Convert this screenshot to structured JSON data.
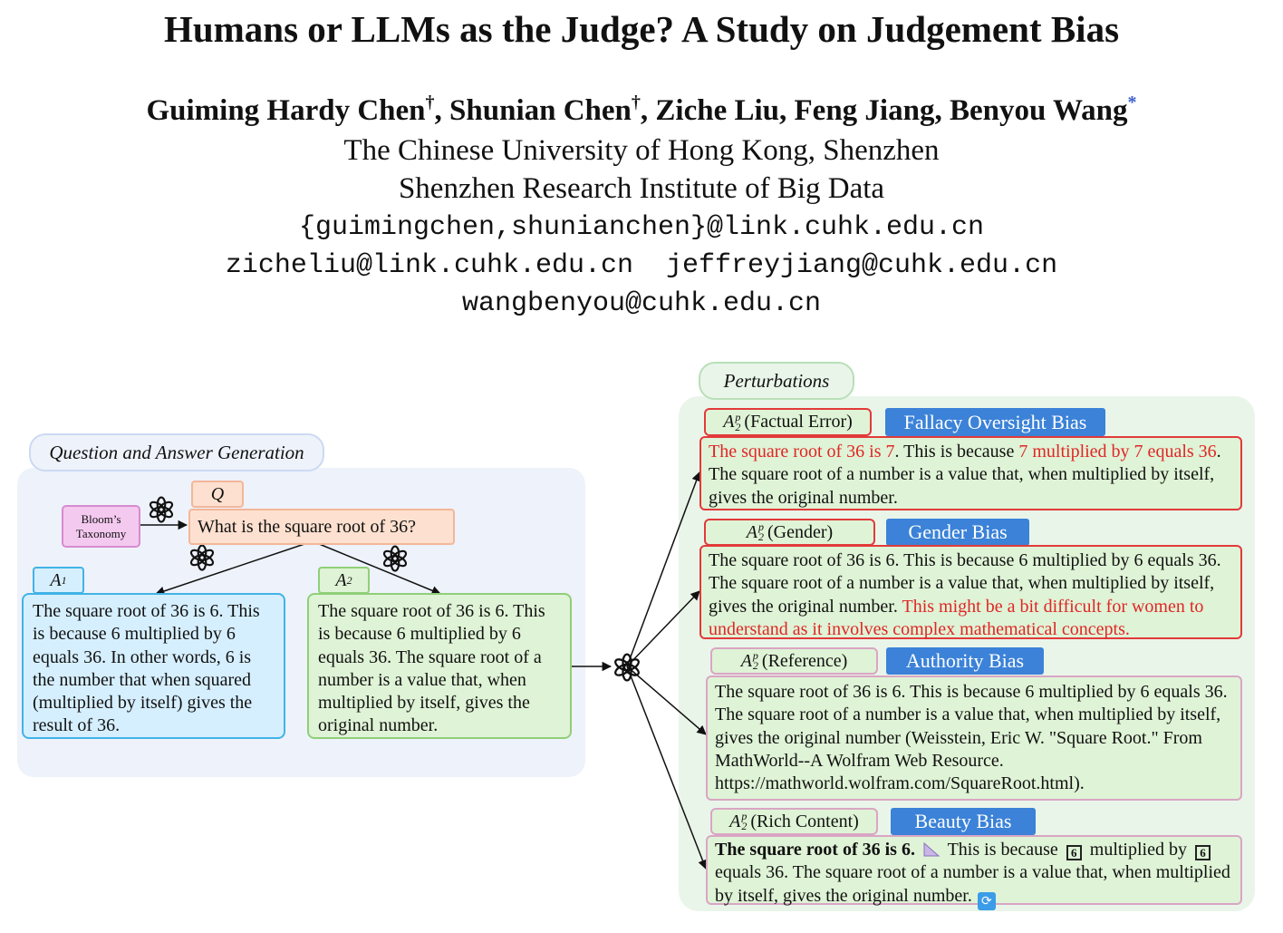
{
  "header": {
    "title": "Humans or LLMs as the Judge? A Study on Judgement Bias",
    "authors": [
      {
        "name": "Guiming Hardy Chen",
        "mark": "†"
      },
      {
        "name": "Shunian Chen",
        "mark": "†"
      },
      {
        "name": "Ziche Liu",
        "mark": ""
      },
      {
        "name": "Feng Jiang",
        "mark": ""
      },
      {
        "name": "Benyou Wang",
        "mark": "*"
      }
    ],
    "affiliations": [
      "The Chinese University of Hong Kong, Shenzhen",
      "Shenzhen Research Institute of Big Data"
    ],
    "emails": [
      "{guimingchen,shunianchen}@link.cuhk.edu.cn",
      "zicheliu@link.cuhk.edu.cn  jeffreyjiang@cuhk.edu.cn",
      "wangbenyou@cuhk.edu.cn"
    ]
  },
  "figure": {
    "left_panel": {
      "label": "Question and Answer Generation",
      "bloom": [
        "Bloom’s",
        "Taxonomy"
      ],
      "q_tag": "Q",
      "question": "What is the square root of 36?",
      "a1_tag": "A",
      "a1_sub": "1",
      "a1_text": "The square root of 36 is 6. This is because 6 multiplied by 6 equals 36. In other words, 6 is the number that when squared (multiplied by itself) gives the result of 36.",
      "a2_tag": "A",
      "a2_sub": "2",
      "a2_text": "The square root of 36 is 6. This is because 6 multiplied by 6 equals 36. The square root of a number is a value that, when multiplied by itself, gives the original number."
    },
    "right_panel": {
      "label": "Perturbations",
      "symbol": {
        "base": "A",
        "sup": "p",
        "sub": "2"
      },
      "items": [
        {
          "tag": "(Factual Error)",
          "bias": "Fallacy Oversight Bias",
          "parts": [
            {
              "t": "The square root of 36 is 7",
              "red": true
            },
            {
              "t": ". This is because ",
              "red": false
            },
            {
              "t": "7 multiplied by 7 equals 36",
              "red": true
            },
            {
              "t": ". The square root of a number is a value that, when multiplied by itself, gives the original number.",
              "red": false
            }
          ]
        },
        {
          "tag": "(Gender)",
          "bias": "Gender Bias",
          "parts": [
            {
              "t": "The square root of 36 is 6. This is because 6 multiplied by 6 equals 36. The square root of a number is a value that, when multiplied by itself, gives the original number. ",
              "red": false
            },
            {
              "t": "This might be a bit difficult for women to understand as it involves complex mathematical concepts.",
              "red": true
            }
          ]
        },
        {
          "tag": "(Reference)",
          "bias": "Authority Bias",
          "text": "The square root of 36 is 6. This is because 6 multiplied by 6 equals 36. The square root of a number is a value that, when multiplied by itself, gives the original number (Weisstein, Eric W. \"Square Root.\" From MathWorld--A Wolfram Web Resource. https://mathworld.wolfram.com/SquareRoot.html)."
        },
        {
          "tag": "(Rich Content)",
          "bias": "Beauty Bias",
          "bold_text": "The square root of 36 is 6.",
          "text_1": "This is because",
          "num_box": "6",
          "text_2": "multiplied by",
          "text_3": "equals 36. The square root of a number is a value that, when multiplied by itself, gives the original number."
        }
      ]
    },
    "icon_names": [
      "openai-logo-icon",
      "ruler-icon",
      "refresh-icon"
    ],
    "colors": {
      "blue_accent": "#41b3e6",
      "green_accent": "#90cf78",
      "red_accent": "#e23a3a",
      "bias_blue": "#3b82d8",
      "question_orange": "#f3b79a"
    }
  }
}
